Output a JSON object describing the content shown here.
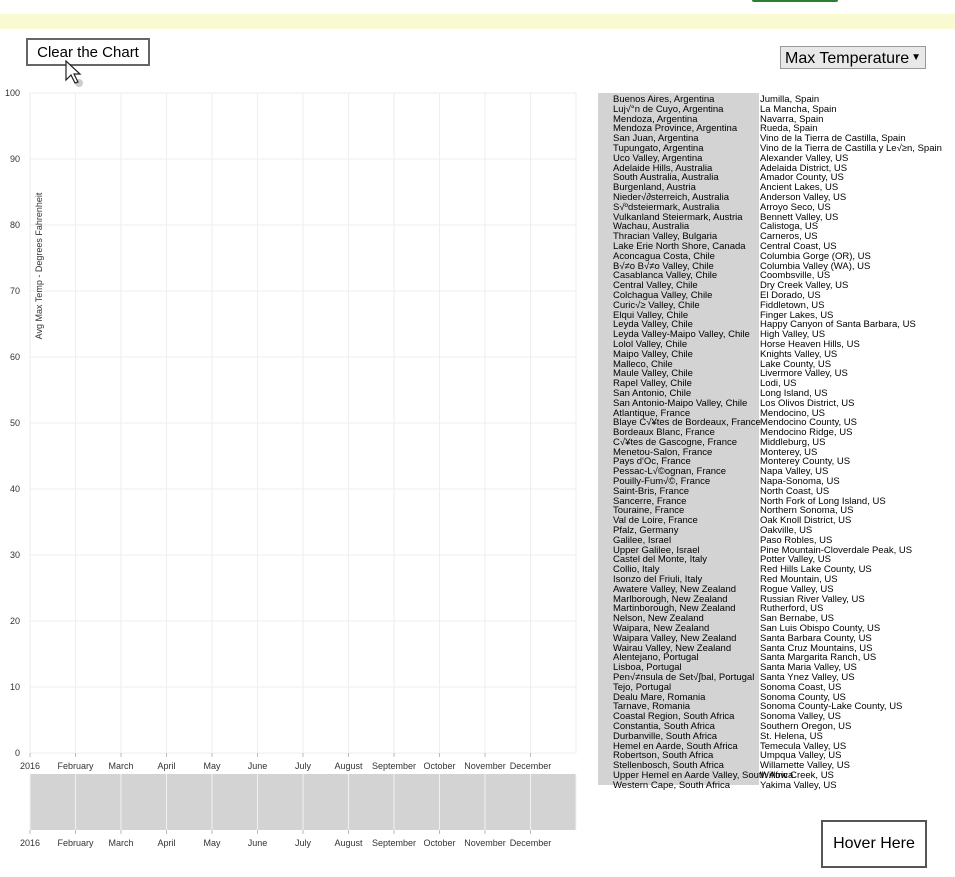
{
  "controls": {
    "clear_label": "Clear the Chart",
    "metric_selected": "Max Temperature",
    "hover_label": "Hover Here"
  },
  "chart_data": {
    "type": "line",
    "ylabel": "Avg Max Temp - Degrees Fahrenheit",
    "ylim": [
      0,
      100
    ],
    "yticks": [
      0,
      10,
      20,
      30,
      40,
      50,
      60,
      70,
      80,
      90,
      100
    ],
    "xticks": [
      "2016",
      "February",
      "March",
      "April",
      "May",
      "June",
      "July",
      "August",
      "September",
      "October",
      "November",
      "December"
    ],
    "series": [],
    "grid": true,
    "overview_brush": true
  },
  "regions_left": [
    "Buenos Aires, Argentina",
    "Luj√°n de Cuyo, Argentina",
    "Mendoza, Argentina",
    "Mendoza Province, Argentina",
    "San Juan, Argentina",
    "Tupungato, Argentina",
    "Uco Valley, Argentina",
    "Adelaide Hills, Australia",
    "South Australia, Australia",
    "Burgenland, Austria",
    "Nieder√∂sterreich, Australia",
    "S√ºdsteiermark, Australia",
    "Vulkanland Steiermark, Austria",
    "Wachau, Australia",
    "Thracian Valley, Bulgaria",
    "Lake Erie North Shore, Canada",
    "Aconcagua Costa, Chile",
    "B√≠o B√≠o Valley, Chile",
    "Casablanca Valley, Chile",
    "Central Valley, Chile",
    "Colchagua Valley, Chile",
    "Curic√≥ Valley, Chile",
    "Elqui Valley, Chile",
    "Leyda Valley, Chile",
    "Leyda Valley-Maipo Valley, Chile",
    "Lolol Valley, Chile",
    "Maipo Valley, Chile",
    "Malleco, Chile",
    "Maule Valley, Chile",
    "Rapel Valley, Chile",
    "San Antonio, Chile",
    "San Antonio-Maipo Valley, Chile",
    "Atlantique, France",
    "Blaye C√¥tes de Bordeaux, France",
    "Bordeaux Blanc, France",
    "C√¥tes de Gascogne, France",
    "Menetou-Salon, France",
    "Pays d'Oc, France",
    "Pessac-L√©ognan, France",
    "Pouilly-Fum√©, France",
    "Saint-Bris, France",
    "Sancerre, France",
    "Touraine, France",
    "Val de Loire, France",
    "Pfalz, Germany",
    "Galilee, Israel",
    "Upper Galilee, Israel",
    "Castel del Monte, Italy",
    "Collio, Italy",
    "Isonzo del Friuli, Italy",
    "Awatere Valley, New Zealand",
    "Marlborough, New Zealand",
    "Martinborough, New Zealand",
    "Nelson, New Zealand",
    "Waipara, New Zealand",
    "Waipara Valley, New Zealand",
    "Wairau Valley, New Zealand",
    "Alentejano, Portugal",
    "Lisboa, Portugal",
    "Pen√≠nsula de Set√∫bal, Portugal",
    "Tejo, Portugal",
    "Dealu Mare, Romania",
    "Tarnave, Romania",
    "Coastal Region, South Africa",
    "Constantia, South Africa",
    "Durbanville, South Africa",
    "Hemel en Aarde, South Africa",
    "Robertson, South Africa",
    "Stellenbosch, South Africa",
    "Upper Hemel en Aarde Valley, South Africa",
    "Western Cape, South Africa"
  ],
  "regions_right": [
    "Jumilla, Spain",
    "La Mancha, Spain",
    "Navarra, Spain",
    "Rueda, Spain",
    "Vino de la Tierra de Castilla, Spain",
    "Vino de la Tierra de Castilla y Le√≥n, Spain",
    "Alexander Valley, US",
    "Adelaida District, US",
    "Amador County, US",
    "Ancient Lakes, US",
    "Anderson Valley, US",
    "Arroyo Seco, US",
    "Bennett Valley, US",
    "Calistoga, US",
    "Carneros, US",
    "Central Coast, US",
    "Columbia Gorge (OR), US",
    "Columbia Valley (WA), US",
    "Coombsville, US",
    "Dry Creek Valley, US",
    "El Dorado, US",
    "Fiddletown, US",
    "Finger Lakes, US",
    "Happy Canyon of Santa Barbara, US",
    "High Valley, US",
    "Horse Heaven Hills, US",
    "Knights Valley, US",
    "Lake County, US",
    "Livermore Valley, US",
    "Lodi, US",
    "Long Island, US",
    "Los Olivos District, US",
    "Mendocino, US",
    "Mendocino County, US",
    "Mendocino Ridge, US",
    "Middleburg, US",
    "Monterey, US",
    "Monterey County, US",
    "Napa Valley, US",
    "Napa-Sonoma, US",
    "North Coast, US",
    "North Fork of Long Island, US",
    "Northern Sonoma, US",
    "Oak Knoll District, US",
    "Oakville, US",
    "Paso Robles, US",
    "Pine Mountain-Cloverdale Peak, US",
    "Potter Valley, US",
    "Red Hills Lake County, US",
    "Red Mountain, US",
    "Rogue Valley, US",
    "Russian River Valley, US",
    "Rutherford, US",
    "San Bernabe, US",
    "San Luis Obispo County, US",
    "Santa Barbara County, US",
    "Santa Cruz Mountains, US",
    "Santa Margarita Ranch, US",
    "Santa Maria Valley, US",
    "Santa Ynez Valley, US",
    "Sonoma Coast, US",
    "Sonoma County, US",
    "Sonoma County-Lake County, US",
    "Sonoma Valley, US",
    "Southern Oregon, US",
    "St. Helena, US",
    "Temecula Valley, US",
    "Umpqua Valley, US",
    "Willamette Valley, US",
    "Willow Creek, US",
    "Yakima Valley, US"
  ]
}
